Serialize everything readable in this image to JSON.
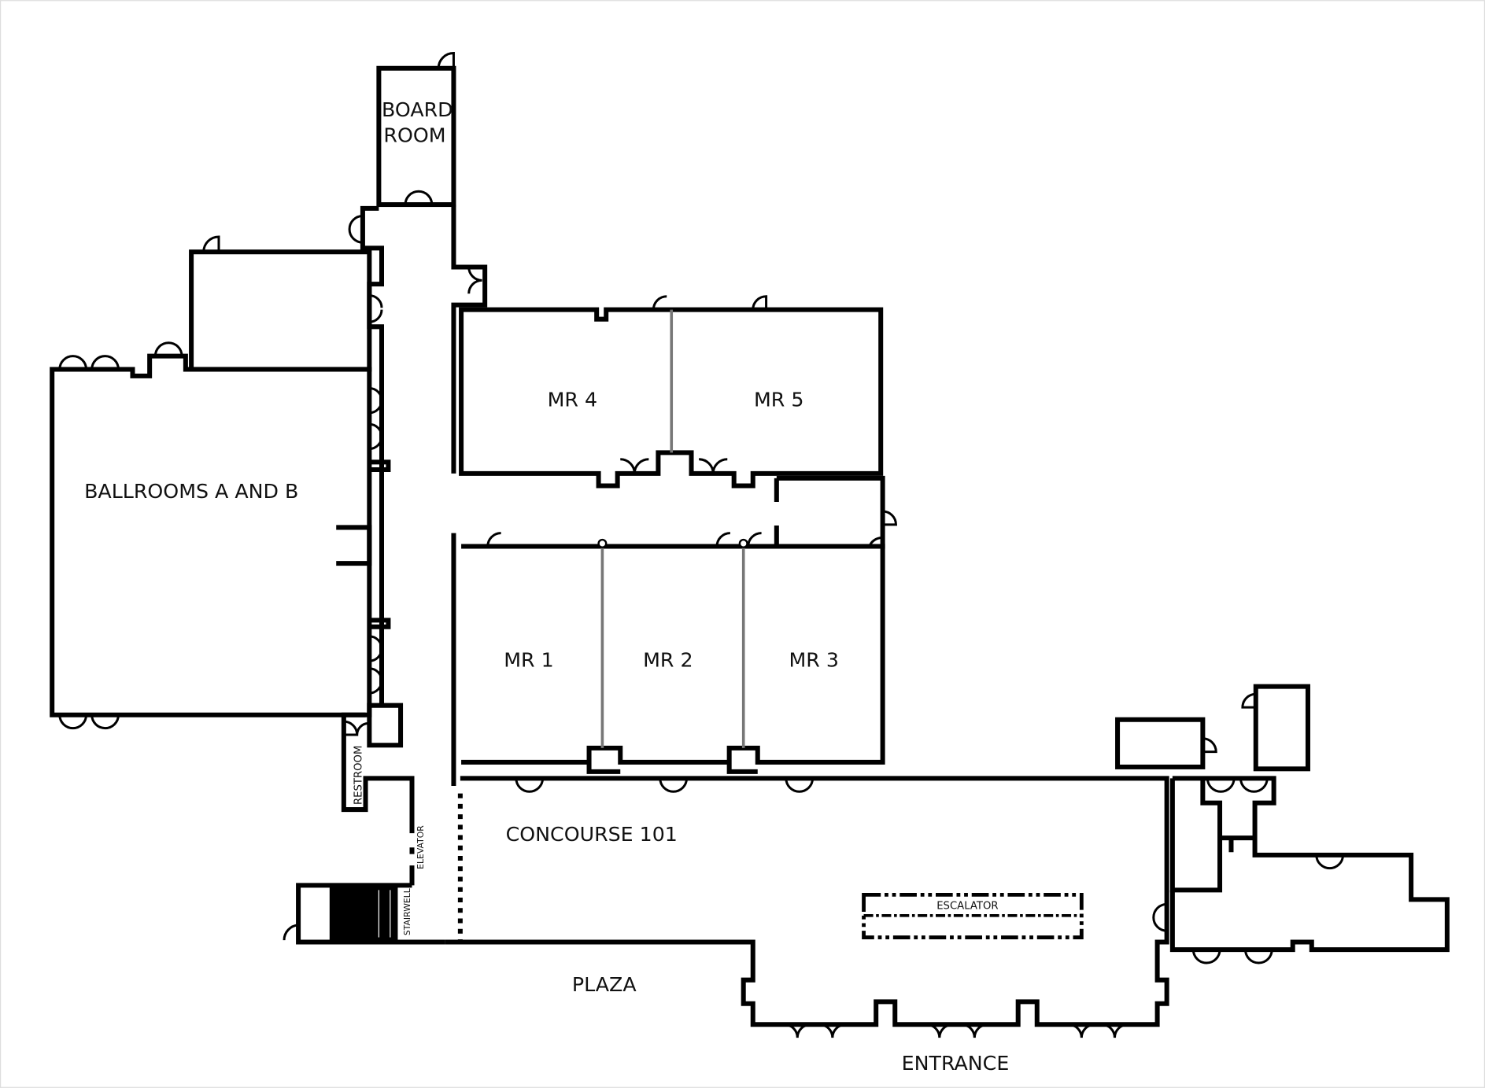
{
  "labels": {
    "board_room_1": "BOARD",
    "board_room_2": "ROOM",
    "ballrooms": "BALLROOMS A AND B",
    "mr1": "MR 1",
    "mr2": "MR 2",
    "mr3": "MR 3",
    "mr4": "MR 4",
    "mr5": "MR 5",
    "concourse": "CONCOURSE 101",
    "restroom": "RESTROOM",
    "elevator": "ELEVATOR",
    "stairwell": "STAIRWELL",
    "escalator": "ESCALATOR",
    "plaza": "PLAZA",
    "entrance": "ENTRANCE"
  },
  "colors": {
    "wall": "#000000",
    "partition": "#777777",
    "background": "#ffffff"
  }
}
